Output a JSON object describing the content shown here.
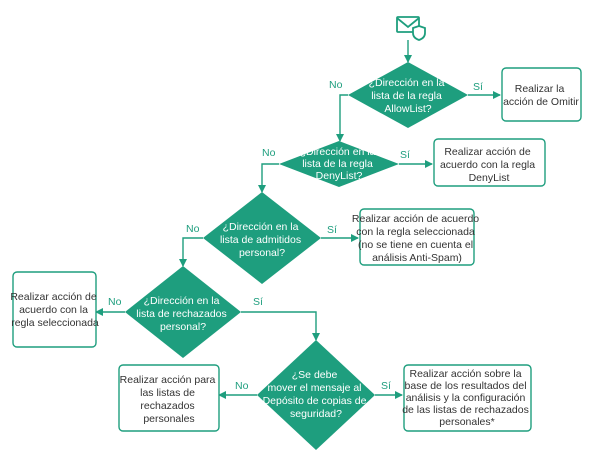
{
  "colors": {
    "accent": "#1e9e7e",
    "text": "#333333",
    "decision_text": "#ffffff"
  },
  "icon": "mail-shield-icon",
  "decisions": [
    {
      "lines": [
        "¿Dirección en la",
        "lista de la regla",
        "AllowList?"
      ]
    },
    {
      "lines": [
        "¿Dirección en la",
        "lista de la regla",
        "DenyList?"
      ]
    },
    {
      "lines": [
        "¿Dirección en la",
        "lista de admitidos",
        "personal?"
      ]
    },
    {
      "lines": [
        "¿Dirección en la",
        "lista de rechazados",
        "personal?"
      ]
    },
    {
      "lines": [
        "¿Se debe",
        "mover el mensaje al",
        "Depósito de copias de",
        "seguridad?"
      ]
    }
  ],
  "actions": [
    {
      "lines": [
        "Realizar la",
        "acción de Omitir"
      ]
    },
    {
      "lines": [
        "Realizar acción de",
        "acuerdo con la regla",
        "DenyList"
      ]
    },
    {
      "lines": [
        "Realizar acción de acuerdo",
        "con la regla seleccionada",
        "(no se tiene en cuenta el",
        "análisis Anti-Spam)"
      ]
    },
    {
      "lines": [
        "Realizar acción de",
        "acuerdo con la",
        "regla seleccionada"
      ]
    },
    {
      "lines": [
        "Realizar acción para",
        "las listas de",
        "rechazados",
        "personales"
      ]
    },
    {
      "lines": [
        "Realizar acción sobre la",
        "base de los resultados del",
        "análisis y la configuración",
        "de las listas de rechazados",
        "personales*"
      ]
    }
  ],
  "labels": {
    "yes": "Sí",
    "no": "No"
  }
}
